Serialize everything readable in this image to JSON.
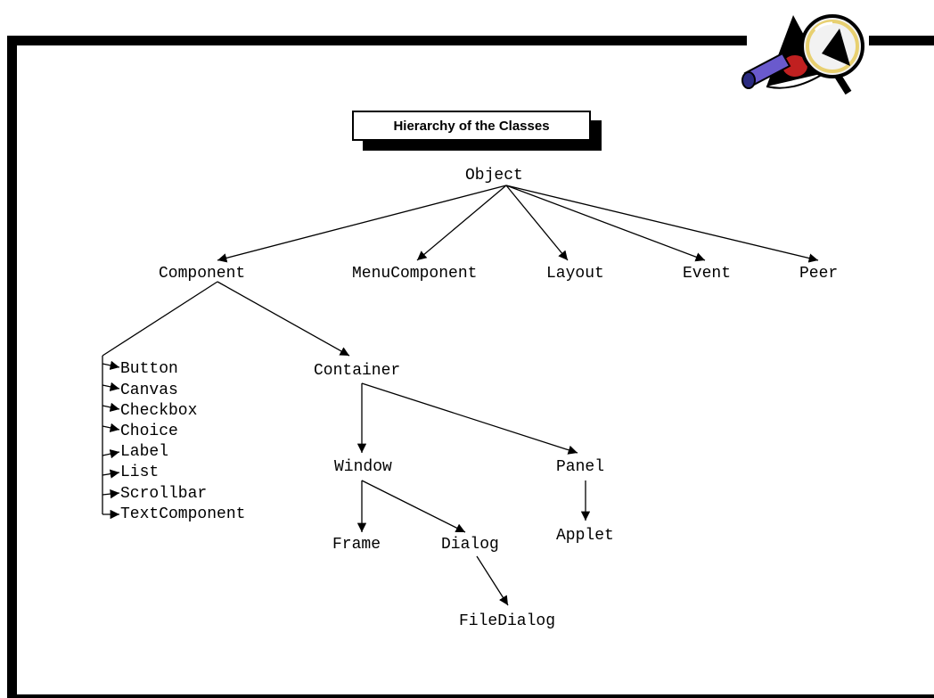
{
  "title": "Hierarchy of the Classes",
  "nodes": {
    "object": "Object",
    "component": "Component",
    "menu_component": "MenuComponent",
    "layout": "Layout",
    "event": "Event",
    "peer": "Peer",
    "container": "Container",
    "button": "Button",
    "canvas": "Canvas",
    "checkbox": "Checkbox",
    "choice": "Choice",
    "label": "Label",
    "list": "List",
    "scrollbar": "Scrollbar",
    "text_component": "TextComponent",
    "window": "Window",
    "panel": "Panel",
    "frame": "Frame",
    "dialog": "Dialog",
    "applet": "Applet",
    "file_dialog": "FileDialog"
  },
  "icons": {
    "mascot": "duke-magnifying-glass-icon"
  },
  "colors": {
    "ink": "#000000",
    "background": "#ffffff"
  }
}
